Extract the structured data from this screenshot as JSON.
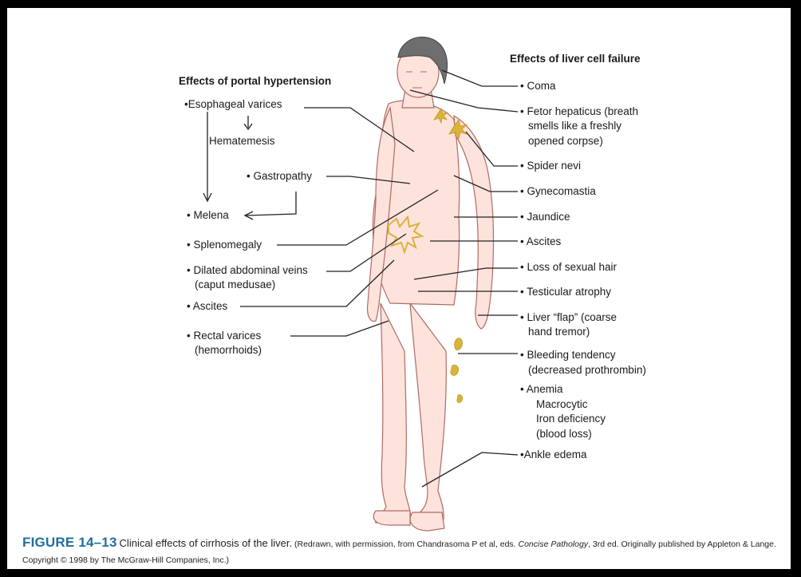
{
  "portal": {
    "heading": "Effects of portal hypertension",
    "esophageal": "•Esophageal varices",
    "hematemesis": "Hematemesis",
    "gastropathy": "• Gastropathy",
    "melena": "• Melena",
    "splenomegaly": "• Splenomegaly",
    "dilated": "• Dilated abdominal veins",
    "caput": "(caput medusae)",
    "ascites": "• Ascites",
    "rectal": "• Rectal varices",
    "hemorrhoids": "(hemorrhoids)"
  },
  "liver": {
    "heading": "Effects of liver cell failure",
    "coma": "• Coma",
    "fetor1": "• Fetor hepaticus (breath",
    "fetor2": "smells like a freshly",
    "fetor3": "opened corpse)",
    "spider": "• Spider nevi",
    "gyneco": "• Gynecomastia",
    "jaundice": "• Jaundice",
    "ascites": "• Ascites",
    "hair": "• Loss of sexual hair",
    "testicular": "• Testicular atrophy",
    "flap1": "• Liver “flap” (coarse",
    "flap2": "hand tremor)",
    "bleed1": "• Bleeding tendency",
    "bleed2": "(decreased prothrombin)",
    "anemia": "• Anemia",
    "macro": "Macrocytic",
    "iron": "Iron deficiency",
    "blood": "(blood loss)",
    "ankle": "•Ankle edema"
  },
  "caption": {
    "figure_no": "FIGURE 14–13",
    "title": "Clinical effects of cirrhosis of the liver.",
    "note_a": "(Redrawn, with permission, from Chandrasoma P et al, eds.",
    "note_italic": "Concise Pathology",
    "note_b": ", 3rd ed. Originally published by Appleton & Lange. Copyright © 1998 by The McGraw-Hill Companies, Inc.)"
  },
  "colors": {
    "frame": "#000000",
    "skin": "#fde3dc",
    "skin_outline": "#b06b60",
    "hair": "#6e6e6e",
    "lesion": "#d9b33a",
    "caption_accent": "#1f6f9a"
  }
}
